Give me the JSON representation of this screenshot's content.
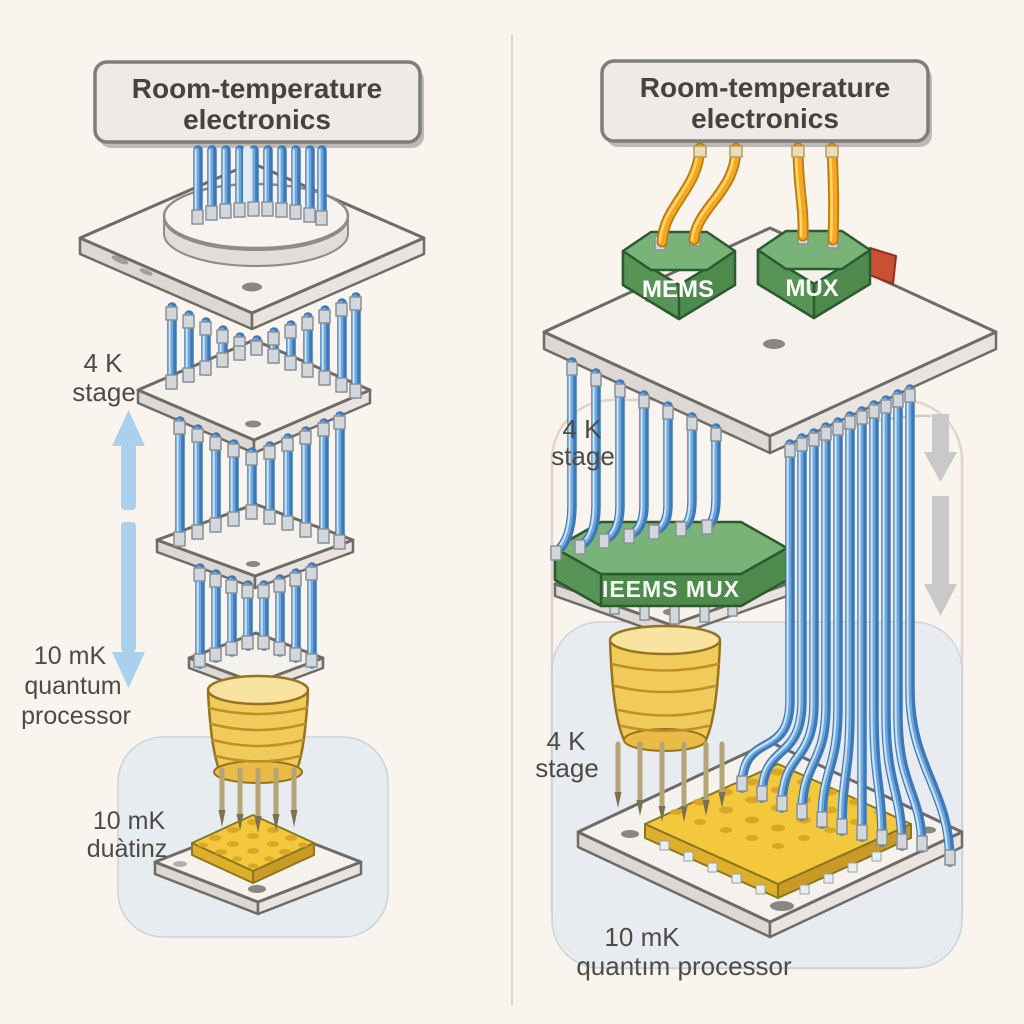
{
  "left_panel": {
    "top_box": {
      "line1": "Room-temperature",
      "line2": "electronics"
    },
    "stage_label": {
      "line1": "4 K",
      "line2": "stage"
    },
    "processor_label": {
      "line1": "10 mK",
      "line2": "quantum",
      "line3": "processor"
    },
    "chip_caption": {
      "line1": "10 mK",
      "line2": "duàtinz"
    }
  },
  "right_panel": {
    "top_box": {
      "line1": "Room-temperature",
      "line2": "electronics"
    },
    "mems_label": "MEMS",
    "mux_label": "MUX",
    "stage_label_upper": {
      "line1": "4 K",
      "line2": "stage"
    },
    "cryo_mux_label": "IEEMS MUX",
    "stage_label_lower": {
      "line1": "4 K",
      "line2": "stage"
    },
    "processor_caption": {
      "line1": "10 mK",
      "line2": "quantım processor"
    }
  },
  "colors": {
    "background": "#faf4ee",
    "cable_blue": "#3d78b8",
    "cable_orange": "#f5a71f",
    "component_green": "#579455",
    "gold_stack": "#f0ca5a",
    "chip_gold": "#f3c83d",
    "connector_red": "#c94f35",
    "arrow_light_blue": "#abd0ee",
    "arrow_gray": "#c9c9c9",
    "plate_white": "#f5f2ee",
    "label_text": "#4e4a46"
  }
}
